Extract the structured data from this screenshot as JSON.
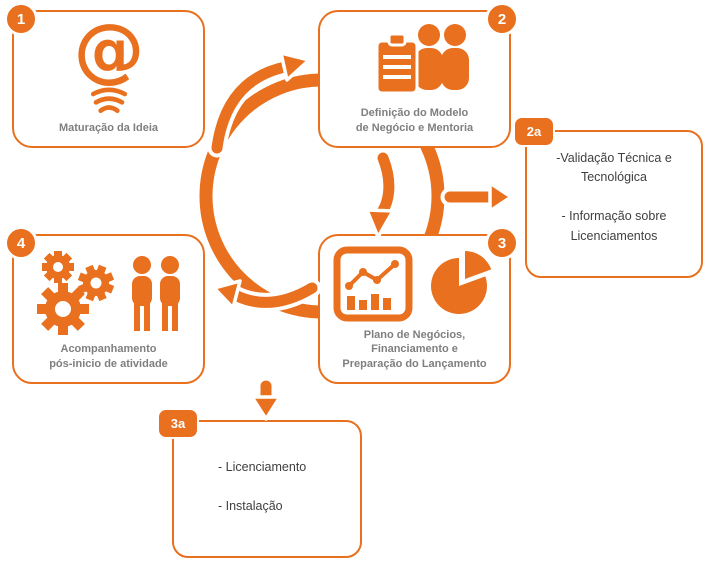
{
  "colors": {
    "accent": "#E8701E",
    "label_gray": "#7F7F7F",
    "dark_text": "#3F3F3F",
    "background": "#FFFFFF"
  },
  "steps": [
    {
      "number": "1",
      "label": "Maturação da Ideia",
      "icon": "at-lightbulb-icon"
    },
    {
      "number": "2",
      "label": "Definição do Modelo\nde Negócio e Mentoria",
      "icon": "clipboard-people-icon"
    },
    {
      "number": "3",
      "label": "Plano de Negócios,\nFinanciamento e\nPreparação do Lançamento",
      "icon": "chart-pie-icon"
    },
    {
      "number": "4",
      "label": "Acompanhamento\npós-inicio de atividade",
      "icon": "gears-people-icon"
    }
  ],
  "substeps": [
    {
      "number": "2a",
      "text": "-Validação Técnica e\nTecnológica\n\n- Informação sobre\nLicenciamentos"
    },
    {
      "number": "3a",
      "text": "- Licenciamento\n\n- Instalação"
    }
  ]
}
